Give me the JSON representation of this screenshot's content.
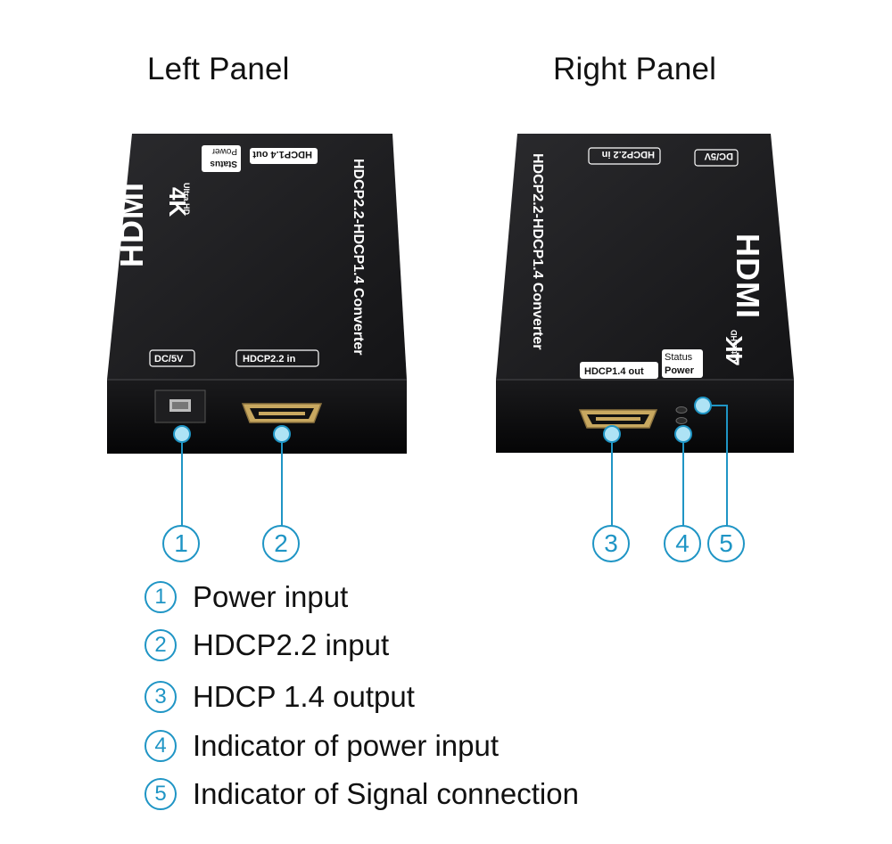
{
  "titles": {
    "left": "Left Panel",
    "right": "Right Panel"
  },
  "left_device": {
    "brand": "HDMI",
    "badge_4k": "4K",
    "badge_sub": "Ultra HD",
    "name": "HDCP2.2-HDCP1.4 Converter",
    "top_labels": [
      "HDCP1.4 out",
      "Status",
      "Power"
    ],
    "port_labels": {
      "power": "DC/5V",
      "input": "HDCP2.2 in"
    }
  },
  "right_device": {
    "brand": "HDMI",
    "badge_4k": "4K",
    "badge_sub": "Ultra HD",
    "name": "HDCP2.2-HDCP1.4 Converter",
    "top_labels": [
      "HDCP2.2 in",
      "DC/5V"
    ],
    "port_labels": {
      "output": "HDCP1.4 out",
      "status": "Status",
      "power": "Power"
    }
  },
  "callouts": [
    {
      "num": "1",
      "label": "Power input"
    },
    {
      "num": "2",
      "label": "HDCP2.2 input"
    },
    {
      "num": "3",
      "label": "HDCP 1.4 output"
    },
    {
      "num": "4",
      "label": "Indicator of power input"
    },
    {
      "num": "5",
      "label": "Indicator of Signal connection"
    }
  ],
  "colors": {
    "accent": "#1f95c5",
    "device_body": "#1b1b1d",
    "device_front": "#0d0d0f"
  }
}
